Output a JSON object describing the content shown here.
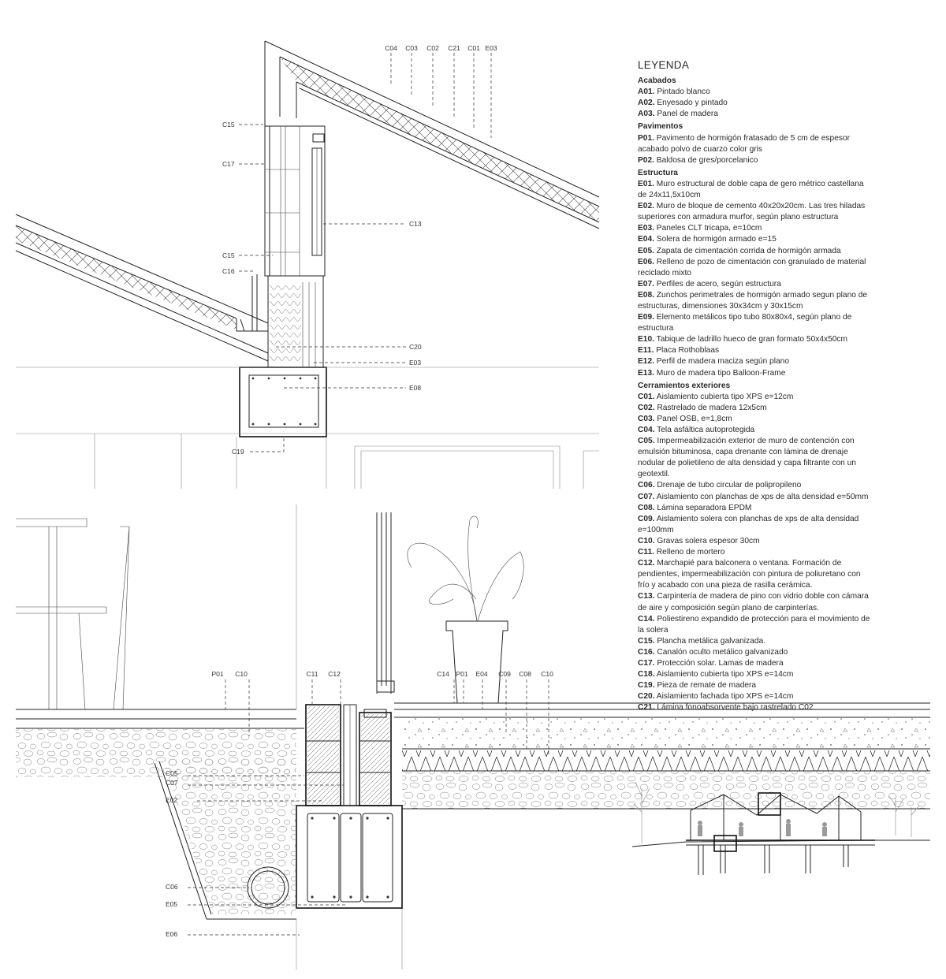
{
  "legend": {
    "title": "LEYENDA",
    "sections": [
      {
        "name": "Acabados",
        "items": [
          {
            "code": "A01.",
            "text": " Pintado blanco"
          },
          {
            "code": "A02.",
            "text": " Enyesado y pintado"
          },
          {
            "code": "A03.",
            "text": " Panel de madera"
          }
        ]
      },
      {
        "name": "Pavimentos",
        "items": [
          {
            "code": "P01.",
            "text": " Pavimento de hormigón fratasado de 5 cm de espesor acabado polvo de cuarzo color gris"
          },
          {
            "code": "P02.",
            "text": " Baldosa de gres/porcelanico"
          }
        ]
      },
      {
        "name": "Estructura",
        "items": [
          {
            "code": "E01.",
            "text": " Muro estructural de doble capa de gero métrico castellana de 24x11,5x10cm"
          },
          {
            "code": "E02.",
            "text": " Muro de bloque de cemento 40x20x20cm. Las tres hiladas superiores con armadura murfor, según plano estructura"
          },
          {
            "code": "E03.",
            "text": " Paneles CLT tricapa, e=10cm"
          },
          {
            "code": "E04.",
            "text": " Solera de hormigón armado e=15"
          },
          {
            "code": "E05.",
            "text": " Zapata de cimentación corrida de hormigón armada"
          },
          {
            "code": "E06.",
            "text": " Relleno de pozo de cimentación con granulado de material reciclado mixto"
          },
          {
            "code": "E07.",
            "text": " Perfiles de acero, según estructura"
          },
          {
            "code": "E08.",
            "text": " Zunchos perimetrales de hormigón armado segun plano de estructuras, dimensiones 30x34cm y 30x15cm"
          },
          {
            "code": "E09.",
            "text": " Elemento metálicos tipo tubo 80x80x4, según plano de estructura"
          },
          {
            "code": "E10.",
            "text": " Tabique de ladrillo hueco de gran formato 50x4x50cm"
          },
          {
            "code": "E11.",
            "text": " Placa Rothoblaas"
          },
          {
            "code": "E12.",
            "text": " Perfil de madera maciza según plano"
          },
          {
            "code": "E13.",
            "text": " Muro de madera tipo Balloon-Frame"
          }
        ]
      },
      {
        "name": "Cerramientos exteriores",
        "items": [
          {
            "code": "C01.",
            "text": " Aislamiento cubierta tipo XPS e=12cm"
          },
          {
            "code": "C02.",
            "text": " Rastrelado de madera 12x5cm"
          },
          {
            "code": "C03.",
            "text": " Panel OSB, e=1,8cm"
          },
          {
            "code": "C04.",
            "text": " Tela asfáltica autoprotegida"
          },
          {
            "code": "C05.",
            "text": " Impermeabilización exterior de muro de contención con emulsión bituminosa, capa drenante con lámina de drenaje nodular de polietileno de alta densidad y capa filtrante con un geotextil."
          },
          {
            "code": "C06.",
            "text": " Drenaje de tubo circular de polipropileno"
          },
          {
            "code": "C07.",
            "text": " Aislamiento con planchas de xps de alta densidad e=50mm"
          },
          {
            "code": "C08.",
            "text": " Lámina separadora EPDM"
          },
          {
            "code": "C09.",
            "text": " Aislamiento solera con planchas de xps de alta densidad e=100mm"
          },
          {
            "code": "C10.",
            "text": " Gravas solera espesor 30cm"
          },
          {
            "code": "C11.",
            "text": " Relleno de mortero"
          },
          {
            "code": "C12.",
            "text": " Marchapié para balconera o ventana. Formación de pendientes, impermeabilización con pintura de poliuretano con frío y acabado con una pieza de rasilla cerámica."
          },
          {
            "code": "C13.",
            "text": " Carpintería de madera de pino con vidrio doble con cámara de aire y composición según plano de carpinterías."
          },
          {
            "code": "C14.",
            "text": " Poliestireno expandido de protección para el movimiento de la solera"
          },
          {
            "code": "C15.",
            "text": " Plancha metálica galvanizada."
          },
          {
            "code": "C16.",
            "text": " Canalón oculto metálico galvanizado"
          },
          {
            "code": "C17.",
            "text": " Protección solar. Lamas de madera"
          },
          {
            "code": "C18.",
            "text": " Aislamiento cubierta tipo XPS e=14cm"
          },
          {
            "code": "C19.",
            "text": " Pieza de remate de madera"
          },
          {
            "code": "C20.",
            "text": " Aislamiento fachada tipo XPS e=14cm"
          },
          {
            "code": "C21.",
            "text": " Lámina fonoabsorvente bajo rastrelado C02"
          }
        ]
      }
    ]
  },
  "roof_tags": {
    "c04": "C04",
    "c03": "C03",
    "c02": "C02",
    "c21": "C21",
    "c01": "C01",
    "e03": "E03",
    "c15a": "C15",
    "c17": "C17",
    "c13": "C13",
    "c15b": "C15",
    "c16": "C16",
    "c20": "C20",
    "e03b": "E03",
    "e08": "E08",
    "c19": "C19"
  },
  "floor_tags": {
    "p01a": "P01",
    "c10a": "C10",
    "c11": "C11",
    "c12": "C12",
    "c14": "C14",
    "p01b": "P01",
    "e04": "E04",
    "c09": "C09",
    "c08": "C08",
    "c10b": "C10",
    "c05": "C05",
    "c07": "C07",
    "e02": "E02",
    "c06": "C06",
    "e05": "E05",
    "e06": "E06"
  }
}
